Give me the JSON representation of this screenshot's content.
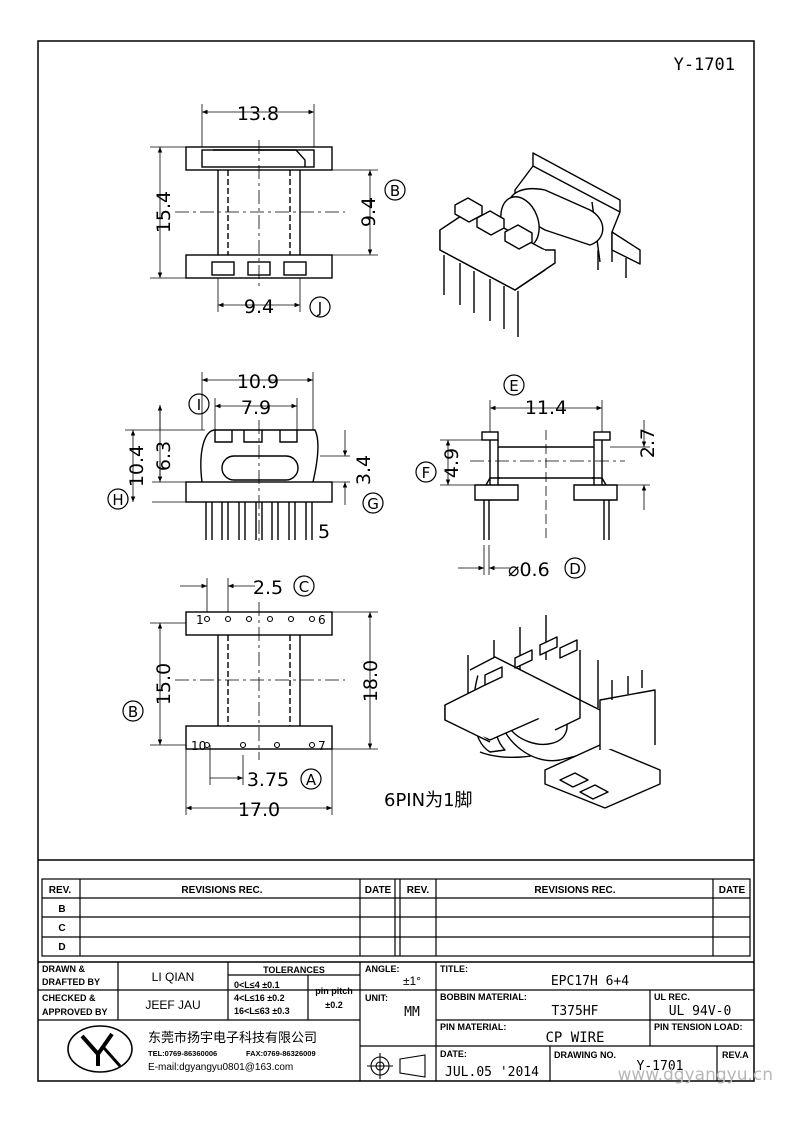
{
  "drawing_no_top": "Y-1701",
  "dims": {
    "top_width": "13.8",
    "top_height": "15.4",
    "top_inner": "9.4",
    "top_b": "B",
    "top_pin": "9.4",
    "top_j": "J",
    "front_w1": "10.9",
    "front_w2": "7.9",
    "front_i": "I",
    "front_h1": "6.3",
    "front_h2": "10.4",
    "front_h_letter": "H",
    "front_g_val": "3.4",
    "front_g_letter": "G",
    "front_pin5": "5",
    "side_w": "11.4",
    "side_e": "E",
    "side_h1": "4.9",
    "side_f": "F",
    "side_h2": "2.7",
    "side_pin": "⌀0.6",
    "side_d": "D",
    "bottom_pitch": "2.5",
    "bottom_c": "C",
    "bottom_h1": "15.0",
    "bottom_b": "B",
    "bottom_h2": "18.0",
    "bottom_row": "3.75",
    "bottom_a": "A",
    "bottom_w": "17.0",
    "pin1": "1",
    "pin6": "6",
    "pin10": "10",
    "pin7": "7",
    "note": "6PIN为1脚"
  },
  "revisions": {
    "rev": "REV.",
    "revisions_rec": "REVISIONS   REC.",
    "date": "DATE",
    "rows": [
      "B",
      "C",
      "D"
    ]
  },
  "title_block": {
    "drawn_by_label": "DRAWN &",
    "drafted_by_label": "DRAFTED BY",
    "drawn_by": "LI QIAN",
    "checked_label": "CHECKED &",
    "approved_label": "APPROVED BY",
    "checked_by": "JEEF JAU",
    "tolerances_label": "TOLERANCES",
    "tol1": "0<L≤4   ±0.1",
    "tol2": "4<L≤16  ±0.2",
    "tol3": "16<L≤63 ±0.3",
    "pin_pitch_label": "pin pitch",
    "pin_pitch": "±0.2",
    "angle_label": "ANGLE:",
    "angle": "±1°",
    "unit_label": "UNIT:",
    "unit": "MM",
    "title_label": "TITLE:",
    "title": "EPC17H  6+4",
    "bobbin_label": "BOBBIN MATERIAL:",
    "bobbin": "T375HF",
    "ul_label": "UL REC.",
    "ul": "UL 94V-0",
    "pin_material_label": "PIN MATERIAL:",
    "pin_material": "CP  WIRE",
    "pin_tension_label": "PIN TENSION LOAD:",
    "date_label": "DATE:",
    "date": "JUL.05 '2014",
    "drawing_no_label": "DRAWING NO.",
    "drawing_no": "Y-1701",
    "rev_label": "REV.A",
    "company": "东莞市扬宇电子科技有限公司",
    "tel": "TEL:0769-86360006",
    "fax": "FAX:0769-86326009",
    "email": "E-mail:dgyangyu0801@163.com",
    "watermark": "www.dgyangyu.cn"
  }
}
